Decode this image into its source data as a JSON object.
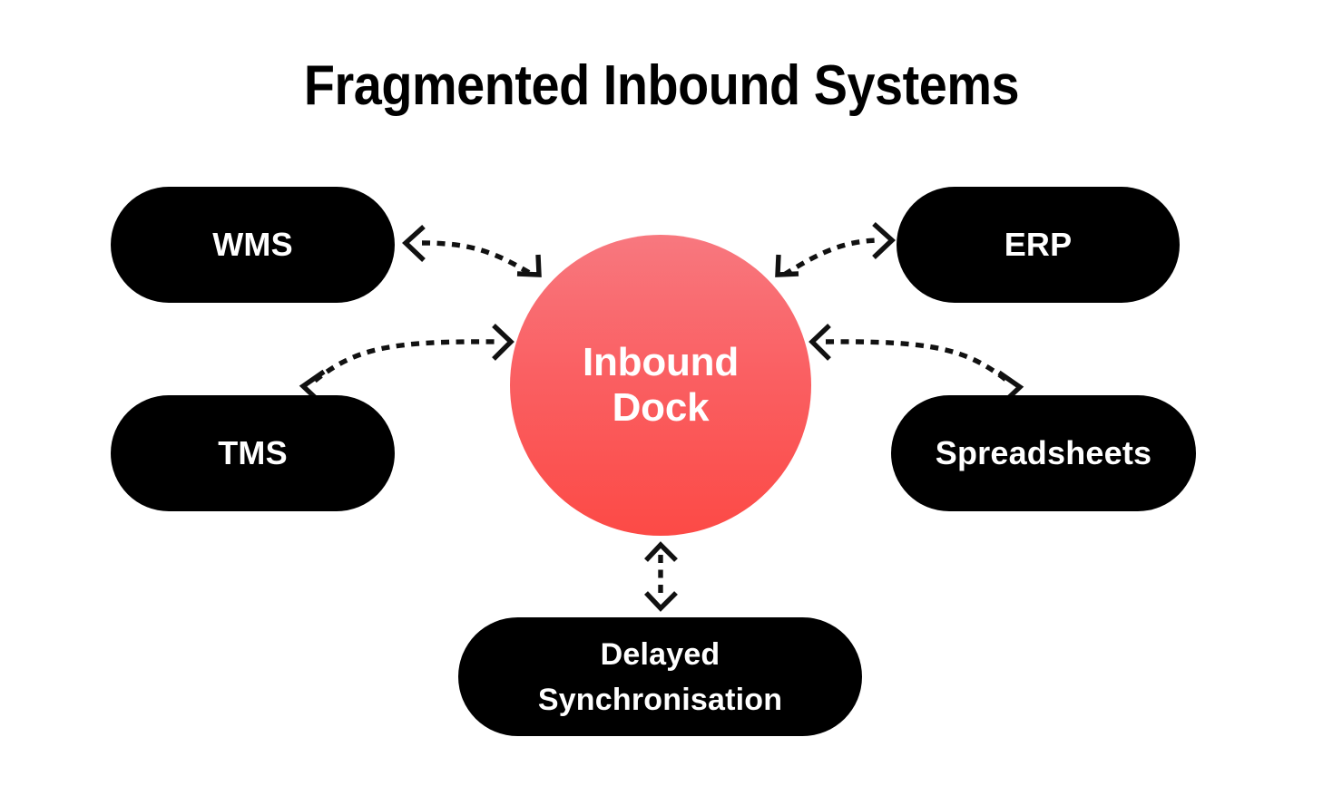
{
  "diagram": {
    "title": "Fragmented Inbound Systems",
    "background_color": "#FFFFFF",
    "hub": {
      "label": "Inbound\nDock",
      "shape": "circle",
      "text_color": "#FFFFFF",
      "gradient_from": "#F8787F",
      "gradient_to": "#FC4A46"
    },
    "nodes": [
      {
        "id": "wms",
        "label": "WMS",
        "shape": "pill",
        "fill": "#000000",
        "text_color": "#FFFFFF",
        "position": "top-left"
      },
      {
        "id": "tms",
        "label": "TMS",
        "shape": "pill",
        "fill": "#000000",
        "text_color": "#FFFFFF",
        "position": "bottom-left"
      },
      {
        "id": "erp",
        "label": "ERP",
        "shape": "pill",
        "fill": "#000000",
        "text_color": "#FFFFFF",
        "position": "top-right"
      },
      {
        "id": "spreadsheets",
        "label": "Spreadsheets",
        "shape": "pill",
        "fill": "#000000",
        "text_color": "#FFFFFF",
        "position": "bottom-right"
      },
      {
        "id": "delayed-sync",
        "label": "Delayed\nSynchronisation",
        "shape": "pill",
        "fill": "#000000",
        "text_color": "#FFFFFF",
        "position": "bottom-center"
      }
    ],
    "edges": [
      {
        "id": "edge-wms",
        "from": "wms",
        "to": "hub",
        "style": "dashed",
        "arrow": "double",
        "stroke": "#111111"
      },
      {
        "id": "edge-tms",
        "from": "tms",
        "to": "hub",
        "style": "dashed",
        "arrow": "double",
        "stroke": "#111111"
      },
      {
        "id": "edge-erp",
        "from": "hub",
        "to": "erp",
        "style": "dashed",
        "arrow": "double",
        "stroke": "#111111"
      },
      {
        "id": "edge-spreadsheets",
        "from": "hub",
        "to": "spreadsheets",
        "style": "dashed",
        "arrow": "double",
        "stroke": "#111111"
      },
      {
        "id": "edge-delayed-sync",
        "from": "hub",
        "to": "delayed-sync",
        "style": "dashed",
        "arrow": "double",
        "stroke": "#111111"
      }
    ]
  }
}
